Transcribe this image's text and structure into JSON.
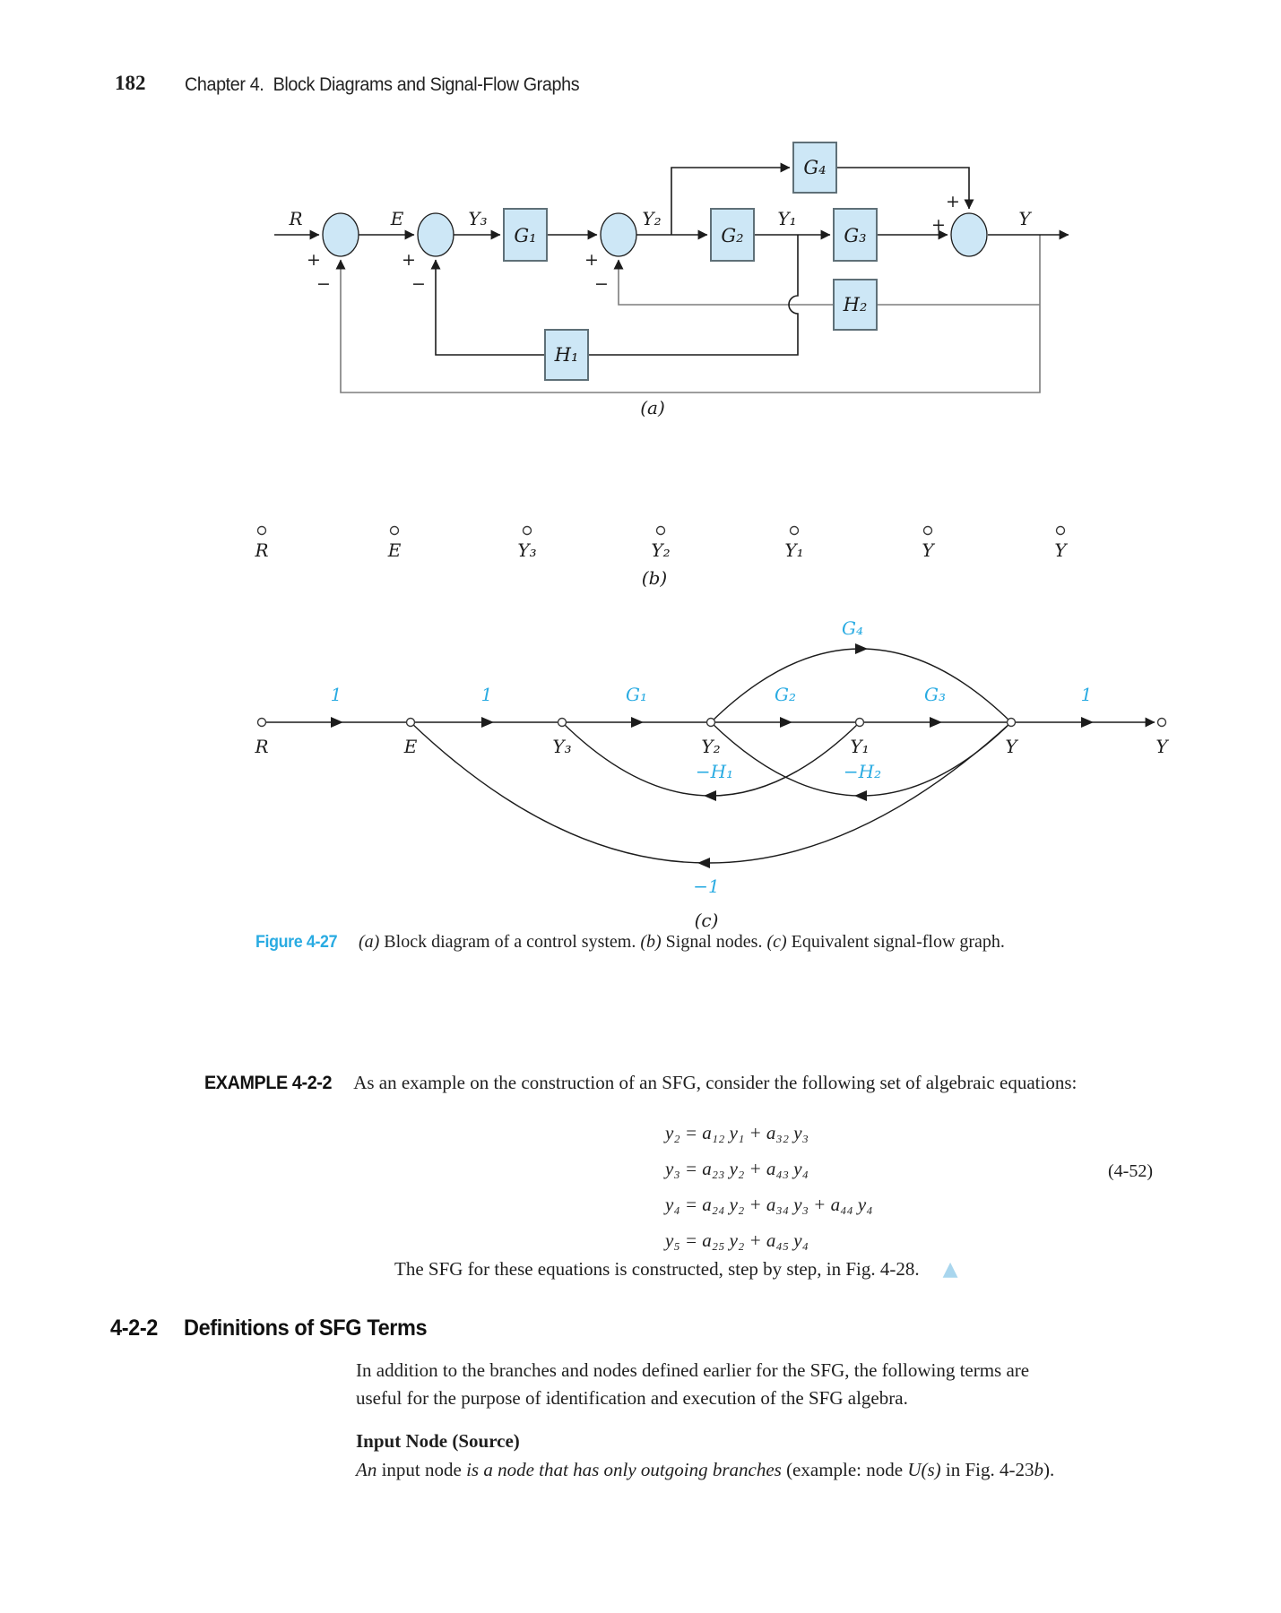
{
  "header": {
    "page_number": "182",
    "chapter_title": "Chapter 4.  Block Diagrams and Signal-Flow Graphs"
  },
  "fig_a": {
    "signals": {
      "r": "R",
      "e": "E",
      "y3": "Y₃",
      "y2": "Y₂",
      "y1": "Y₁",
      "y_out": "Y"
    },
    "blocks": {
      "g1": "G₁",
      "g2": "G₂",
      "g3": "G₃",
      "g4": "G₄",
      "h1": "H₁",
      "h2": "H₂"
    },
    "signs": {
      "plus": "+",
      "minus": "−"
    },
    "label": "(a)"
  },
  "fig_b": {
    "nodes": [
      "R",
      "E",
      "Y₃",
      "Y₂",
      "Y₁",
      "Y",
      "Y"
    ],
    "label": "(b)"
  },
  "fig_c": {
    "nodes": [
      "R",
      "E",
      "Y₃",
      "Y₂",
      "Y₁",
      "Y",
      "Y"
    ],
    "gains": {
      "g_r_e": "1",
      "g_e_y3": "1",
      "g_y3_y2": "G₁",
      "g_y2_y1": "G₂",
      "g_y1_y": "G₃",
      "g_y_yout": "1",
      "g_y2_y": "G₄",
      "g_y1_y3": "−H₁",
      "g_y_y2": "−H₂",
      "g_y_e": "−1"
    },
    "label": "(c)"
  },
  "caption": {
    "figure_label": "Figure 4-27",
    "parts": [
      {
        "tag": "(a)",
        "text": " Block diagram of a control system. "
      },
      {
        "tag": "(b)",
        "text": " Signal nodes. "
      },
      {
        "tag": "(c)",
        "text": " Equivalent signal-flow graph."
      }
    ]
  },
  "example": {
    "label": "EXAMPLE 4-2-2",
    "intro": "As an example on the construction of an SFG, consider the following set of algebraic equations:",
    "equations": [
      "y₂ = a₁₂ y₁ + a₃₂ y₃",
      "y₃ = a₂₃ y₂ + a₄₃ y₄",
      "y₄ = a₂₄ y₂ + a₃₄ y₃ + a₄₄ y₄",
      "y₅ = a₂₅ y₂ + a₄₅ y₄"
    ],
    "equation_number": "(4-52)",
    "closing": "The SFG for these equations is constructed, step by step, in Fig. 4-28.",
    "end_marker": "▲"
  },
  "section": {
    "number": "4-2-2",
    "title": "Definitions of SFG Terms",
    "body_lines": [
      "In addition to the branches and nodes defined earlier for the SFG, the following terms are",
      "useful for the purpose of identification and execution of the SFG algebra."
    ],
    "subheading": "Input Node (Source)",
    "definition_parts": [
      {
        "text": "An "
      },
      {
        "text": "input node "
      },
      {
        "text": "is a node that has only outgoing branches "
      },
      {
        "text": "(example: node "
      },
      {
        "text": "U(s)"
      },
      {
        "text": " in Fig. 4-23"
      },
      {
        "text": "b"
      },
      {
        "text": ")."
      }
    ]
  },
  "colors": {
    "accent_cyan": "#29abe2",
    "block_fill": "#cde7f6",
    "block_stroke": "#5f7078",
    "line_black": "#1c1c1c",
    "line_gray": "#7d7d7d",
    "end_marker_blue": "#a9d6ee"
  }
}
